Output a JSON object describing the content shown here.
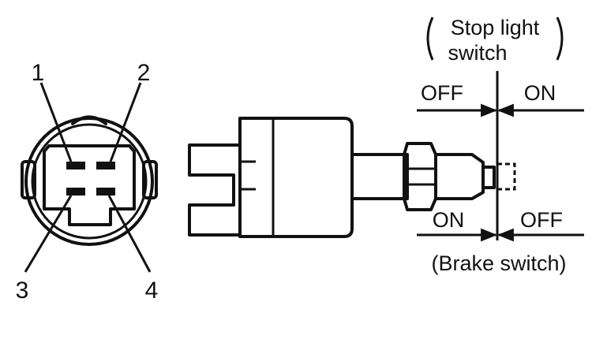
{
  "connector": {
    "pins": [
      "1",
      "2",
      "3",
      "4"
    ]
  },
  "stop_light_switch": {
    "title_line1": "Stop light",
    "title_line2": "switch",
    "off_label": "OFF",
    "on_label": "ON"
  },
  "brake_switch": {
    "on_label": "ON",
    "off_label": "OFF",
    "title": "(Brake switch)"
  }
}
